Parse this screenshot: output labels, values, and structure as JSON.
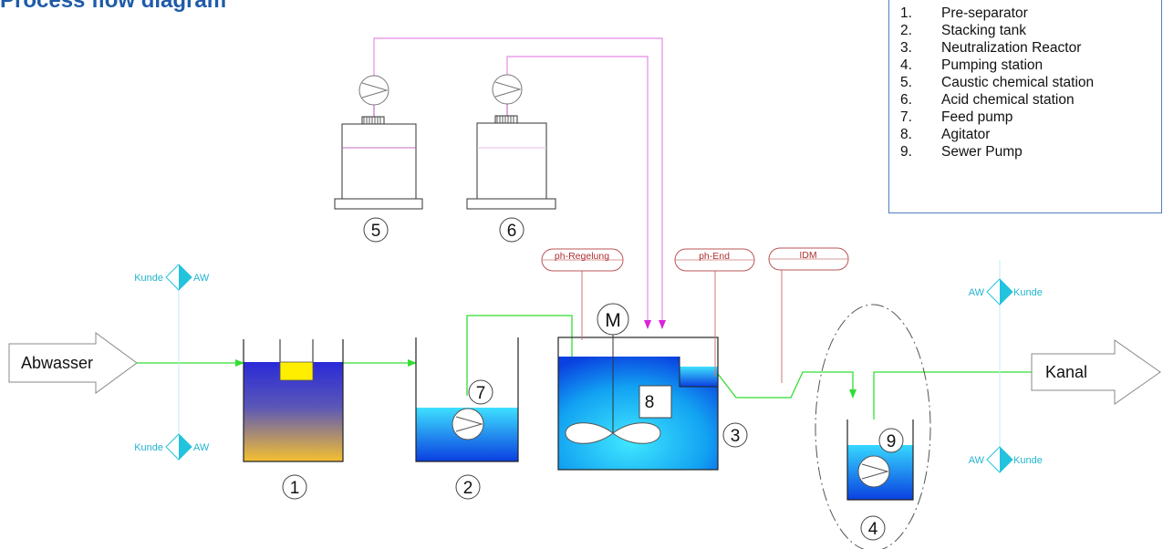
{
  "title": "Process flow diagram",
  "legend": [
    {
      "num": "1.",
      "label": "Pre-separator"
    },
    {
      "num": "2.",
      "label": "Stacking tank"
    },
    {
      "num": "3.",
      "label": "Neutralization Reactor"
    },
    {
      "num": "4.",
      "label": "Pumping station"
    },
    {
      "num": "5.",
      "label": "Caustic chemical station"
    },
    {
      "num": "6.",
      "label": "Acid chemical station"
    },
    {
      "num": "7.",
      "label": "Feed pump"
    },
    {
      "num": "8.",
      "label": "Agitator"
    },
    {
      "num": "9.",
      "label": "Sewer Pump"
    }
  ],
  "inlet_label": "Abwasser",
  "outlet_label": "Kanal",
  "valves": {
    "kunde": "Kunde",
    "aw": "AW"
  },
  "instruments": {
    "ph_regelung": "ph-Regelung",
    "ph_end": "ph-End",
    "idm": "IDM"
  },
  "motor_label": "M",
  "markers": {
    "m1": "1",
    "m2": "2",
    "m3": "3",
    "m4": "4",
    "m5": "5",
    "m6": "6",
    "m7": "7",
    "m8": "8",
    "m9": "9"
  },
  "colors": {
    "title": "#1f5ba8",
    "flow_line": "#33dd33",
    "chemical_line": "#e68be6",
    "chemical_arrow": "#dd22dd",
    "instrument": "#b55555",
    "valve": "#22c3dd",
    "legend_border": "#4e7fc1"
  }
}
